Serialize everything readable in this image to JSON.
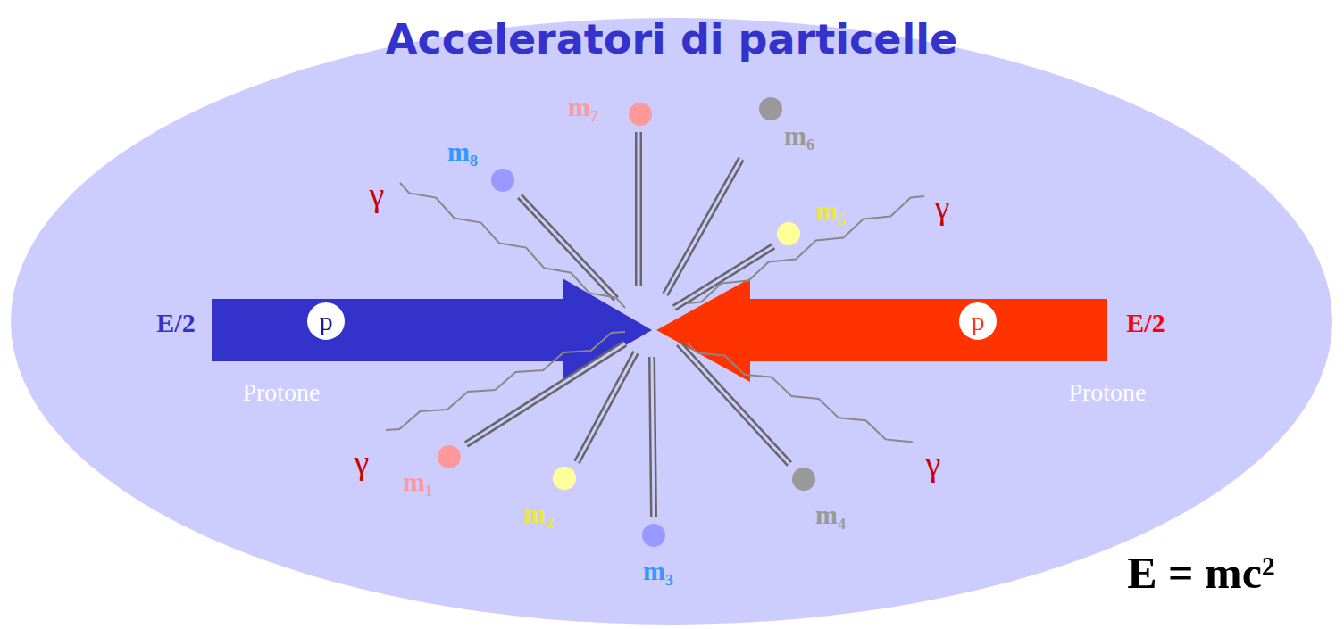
{
  "diagram": {
    "title": "Acceleratori di particelle",
    "nodes": [
      {
        "text": [
          "p"
        ]
      },
      {
        "text": [
          "p"
        ]
      }
    ],
    "labels": [
      "E/2",
      "Protone",
      "E/2",
      "Protone",
      "γ",
      "γ",
      "γ",
      "γ",
      "m₁",
      "m₂",
      "m₃",
      "m₄",
      "m₅",
      "m₆",
      "m₇",
      "m₈",
      "E = mc²"
    ]
  }
}
